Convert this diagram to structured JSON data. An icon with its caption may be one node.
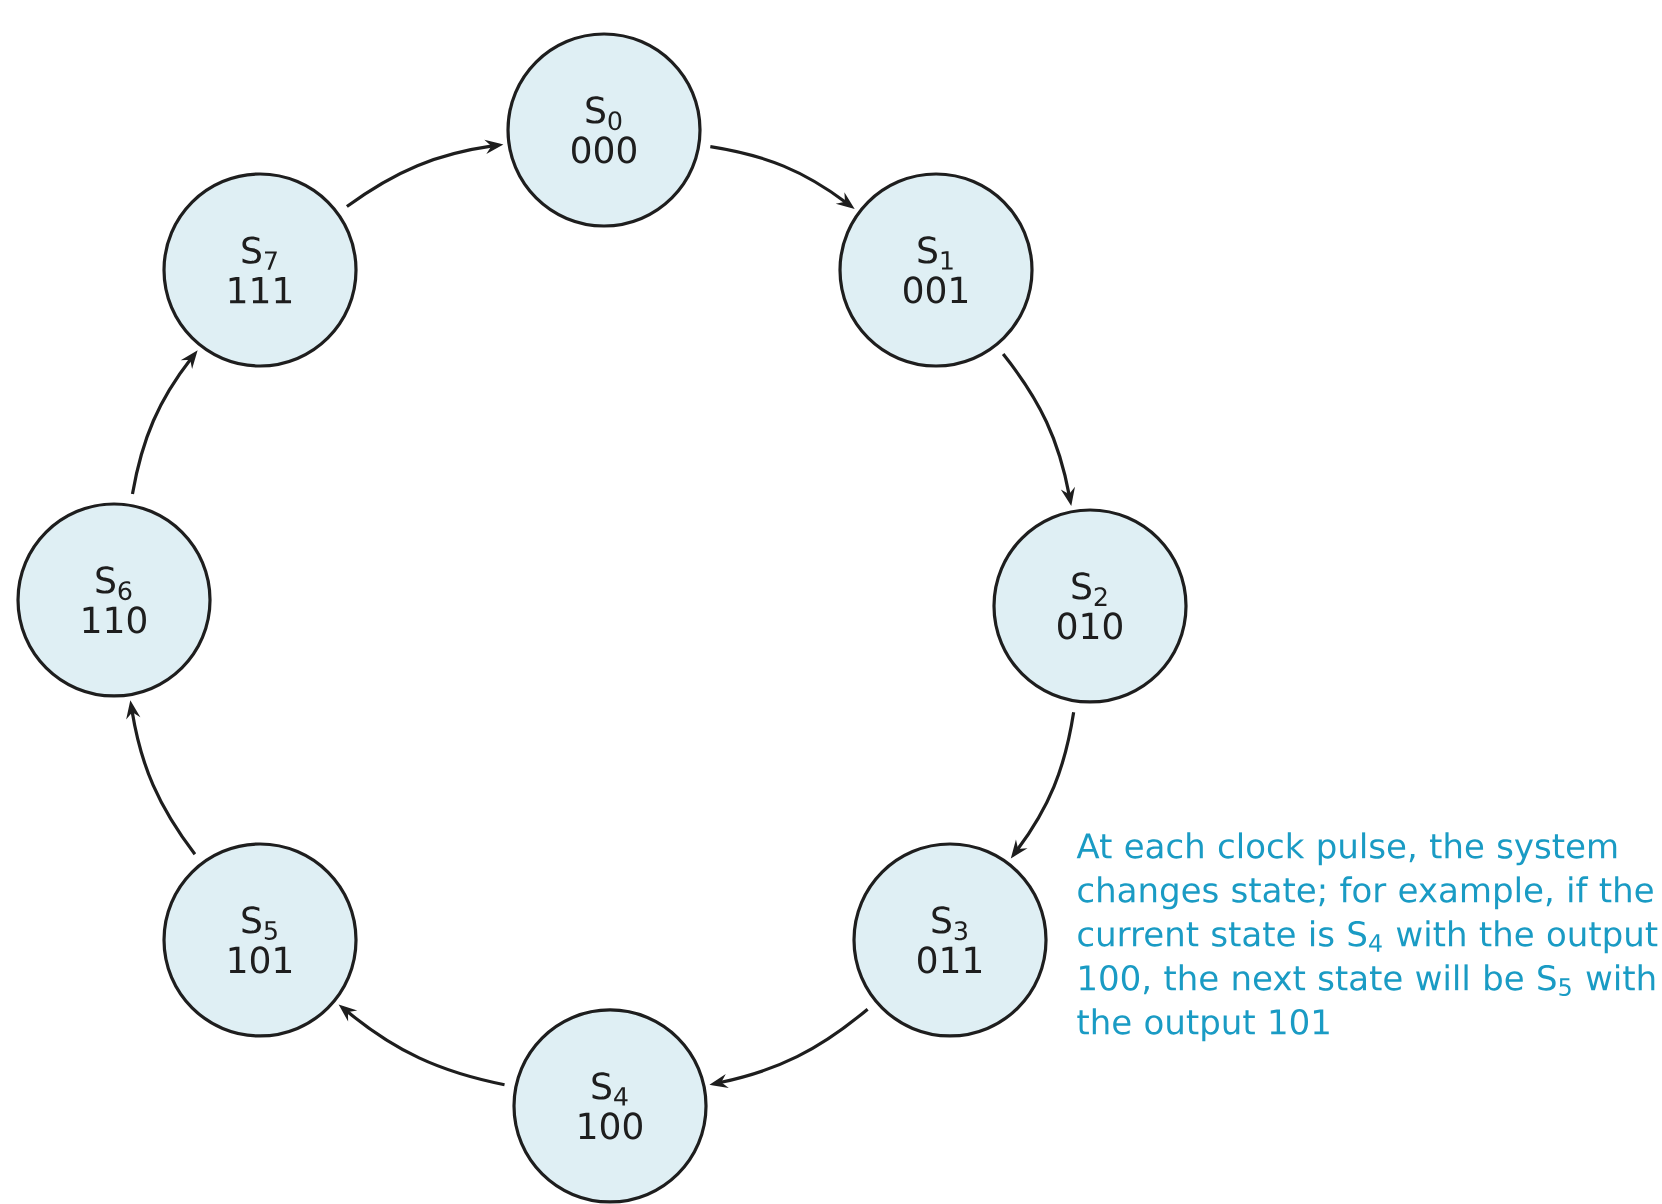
{
  "diagram": {
    "nodes": [
      {
        "text": [
          "S$_{0}$",
          "000"
        ]
      },
      {
        "text": [
          "S$_{1}$",
          "001"
        ]
      },
      {
        "text": [
          "S$_{2}$",
          "010"
        ]
      },
      {
        "text": [
          "S$_{3}$",
          "011"
        ]
      },
      {
        "text": [
          "S$_{4}$",
          "100"
        ]
      },
      {
        "text": [
          "S$_{5}$",
          "101"
        ]
      },
      {
        "text": [
          "S$_{6}$",
          "110"
        ]
      },
      {
        "text": [
          "S$_{7}$",
          "111"
        ]
      }
    ],
    "edges": [
      {
        "from": 0,
        "to": 1,
        "arrow": "to"
      },
      {
        "from": 1,
        "to": 2,
        "arrow": "to"
      },
      {
        "from": 2,
        "to": 3,
        "arrow": "to"
      },
      {
        "from": 3,
        "to": 4,
        "arrow": "to"
      },
      {
        "from": 4,
        "to": 5,
        "arrow": "to"
      },
      {
        "from": 5,
        "to": 6,
        "arrow": "to"
      },
      {
        "from": 6,
        "to": 7,
        "arrow": "to"
      },
      {
        "from": 7,
        "to": 0,
        "arrow": "to"
      }
    ],
    "labels": [
      "At each clock pulse, the system changes state; for example, if the current state is S$_{4}$ with the output 100, the next state will be S$_{5}$ with the output 101"
    ]
  }
}
